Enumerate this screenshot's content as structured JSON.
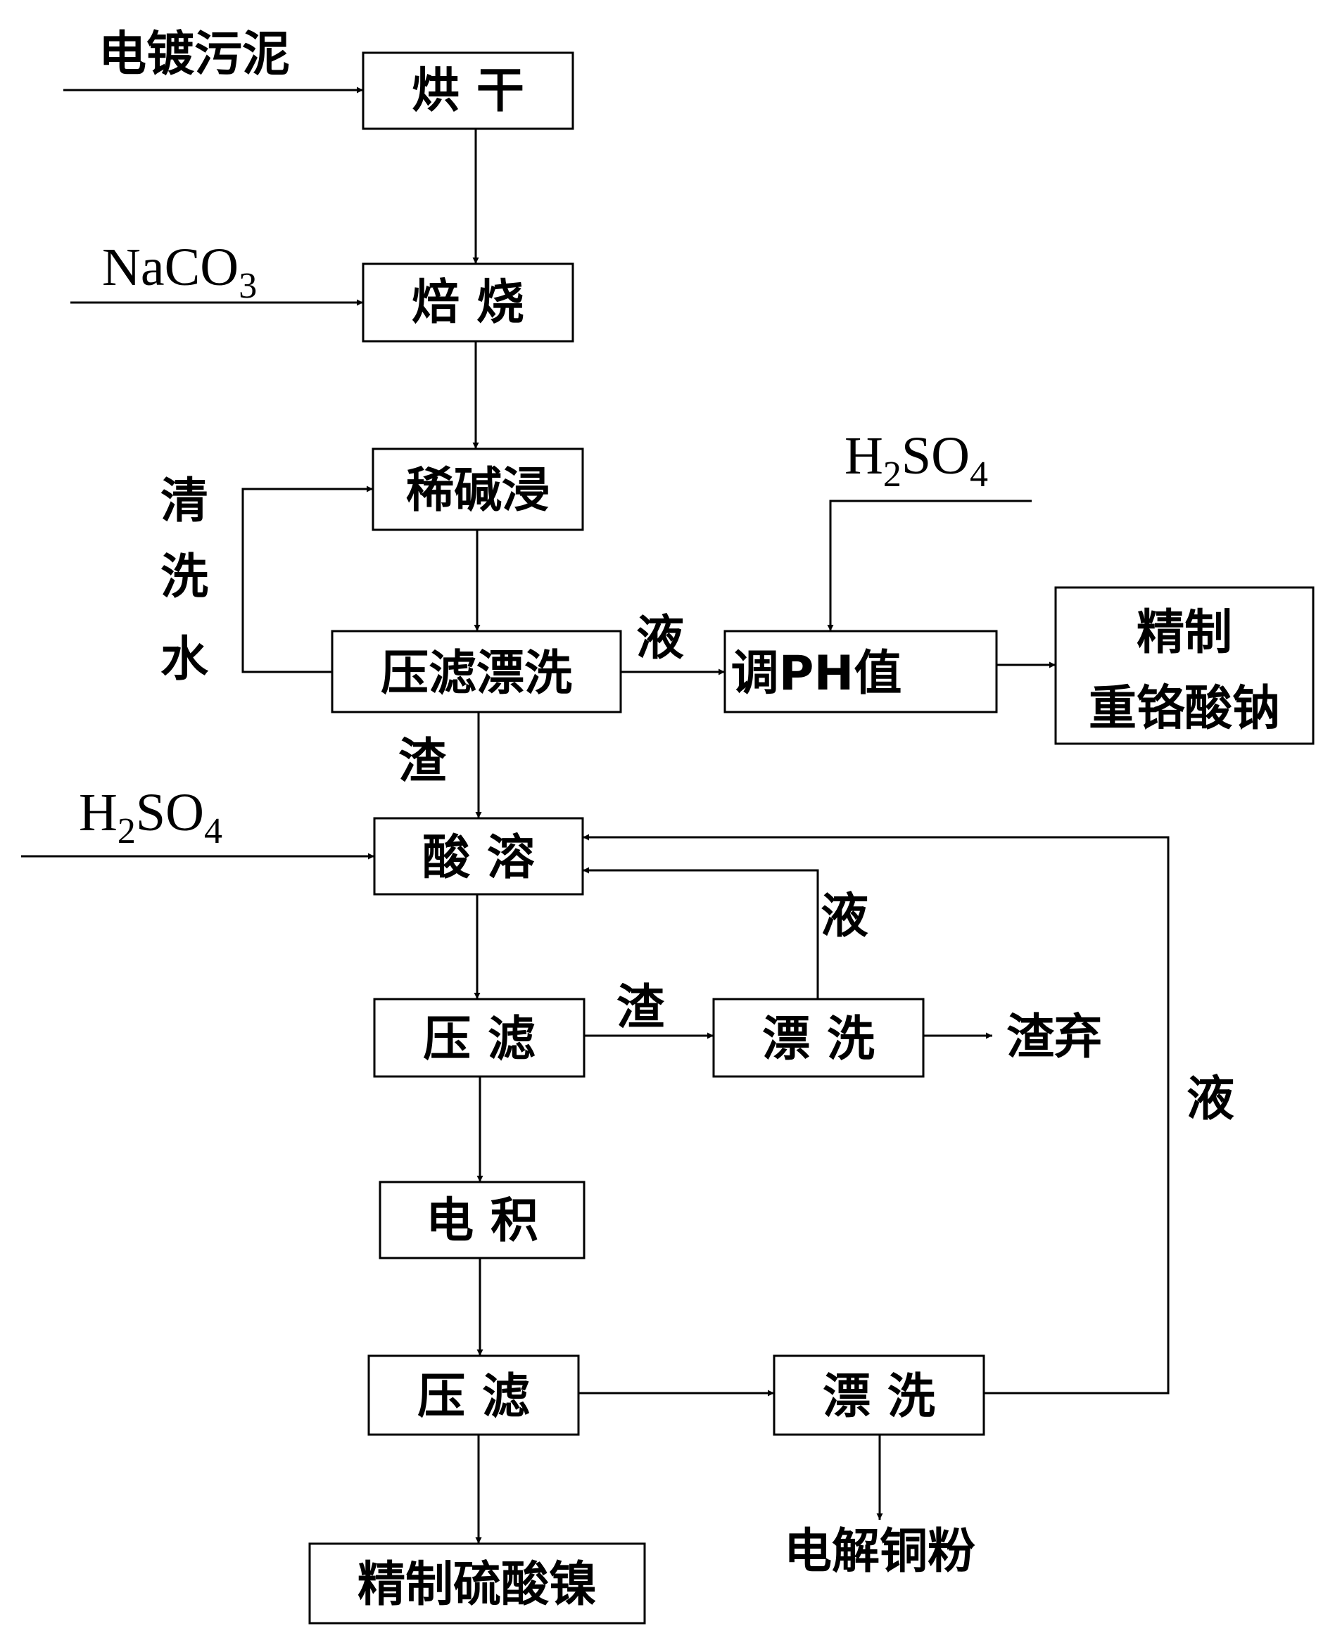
{
  "inputs": {
    "sludge": "电镀污泥",
    "na2co3_main": "NaCO",
    "na2co3_sub": "3",
    "h2so4_top_a": "H",
    "h2so4_top_b": "2",
    "h2so4_top_c": "SO",
    "h2so4_top_d": "4",
    "h2so4_mid_a": "H",
    "h2so4_mid_b": "2",
    "h2so4_mid_c": "SO",
    "h2so4_mid_d": "4"
  },
  "steps": {
    "drying": "烘 干",
    "roasting": "焙 烧",
    "alkali_leach": "稀碱浸",
    "filter_wash": "压滤漂洗",
    "adjust_ph": "调PH值",
    "product_dichromate_1": "精制",
    "product_dichromate_2": "重铬酸钠",
    "acid_dissolve": "酸 溶",
    "filter_1": "压 滤",
    "wash_1": "漂 洗",
    "electrowin": "电 积",
    "filter_2": "压 滤",
    "wash_2": "漂 洗",
    "product_nickel": "精制硫酸镍"
  },
  "labels": {
    "wash_water_1": "清",
    "wash_water_2": "洗",
    "wash_water_3": "水",
    "liquid_to_ph": "液",
    "residue_to_acid": "渣",
    "liquid_return_1": "液",
    "residue_to_wash": "渣",
    "residue_discard": "渣弃",
    "liquid_return_2": "液",
    "copper_powder": "电解铜粉"
  }
}
